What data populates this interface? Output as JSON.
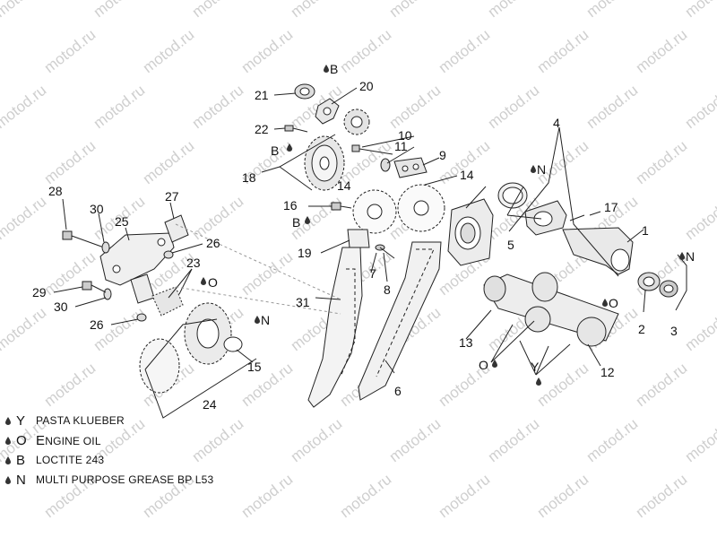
{
  "watermark": "motod.ru",
  "callouts": {
    "c1": "1",
    "c2": "2",
    "c3": "3",
    "c4": "4",
    "c5": "5",
    "c6": "6",
    "c7": "7",
    "c8": "8",
    "c9": "9",
    "c10": "10",
    "c11": "11",
    "c12": "12",
    "c13": "13",
    "c14a": "14",
    "c14b": "14",
    "c15": "15",
    "c16": "16",
    "c17": "17",
    "c18": "18",
    "c19": "19",
    "c20": "20",
    "c21": "21",
    "c22": "22",
    "c23": "23",
    "c24": "24",
    "c25": "25",
    "c26a": "26",
    "c26b": "26",
    "c27": "27",
    "c28": "28",
    "c29": "29",
    "c30a": "30",
    "c30b": "30",
    "c31": "31"
  },
  "lube_tags": {
    "b_top": "B",
    "b_22": "B",
    "b_16": "B",
    "n_4": "N",
    "n_3": "N",
    "n_15": "N",
    "o_23": "O",
    "o_cam": "O",
    "o_13": "O",
    "y_cam": "Y"
  },
  "legend": [
    {
      "code": "Y",
      "text": "PASTA KLUEBER"
    },
    {
      "code": "O",
      "text_first": "E",
      "text_rest": "NGINE OIL"
    },
    {
      "code": "B",
      "text": "LOCTITE 243"
    },
    {
      "code": "N",
      "text": "MULTI PURPOSE GREASE BP L53"
    }
  ]
}
